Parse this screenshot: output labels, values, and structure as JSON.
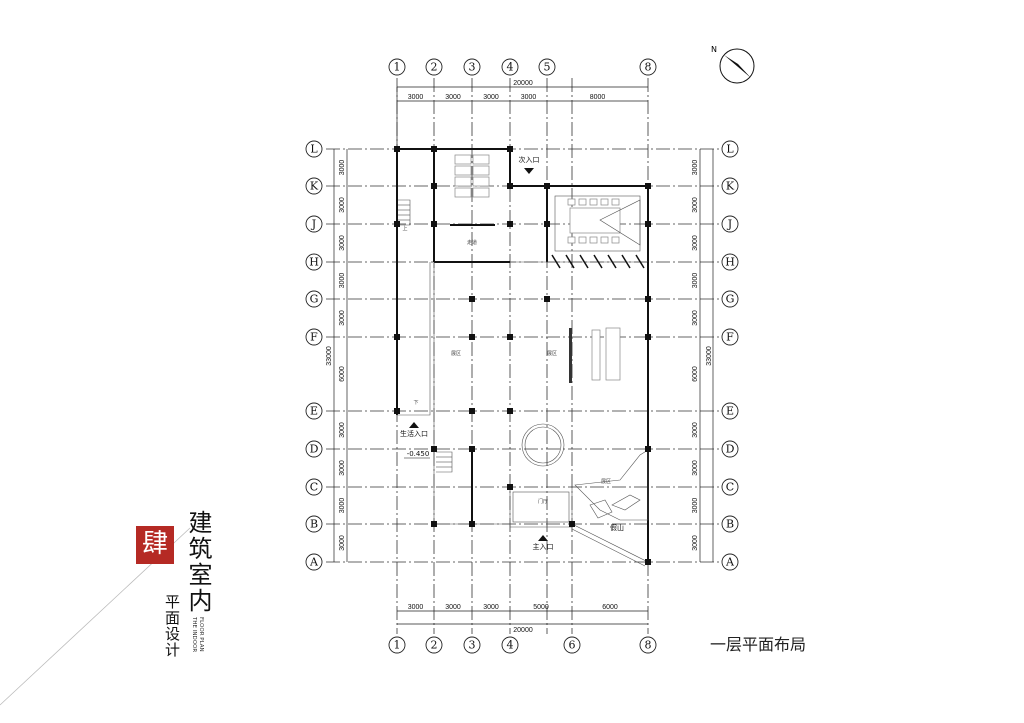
{
  "drawing_title": "一层平面布局",
  "north_label": "N",
  "brand": {
    "seal_char": "肆",
    "title": "建筑室内",
    "subtitle": "平面设计",
    "english_line1": "THE INDOOR",
    "english_line2": "FLOOR PLAN",
    "seal_color": "#b52a24"
  },
  "axes_top": [
    "1",
    "2",
    "3",
    "4",
    "5",
    "8"
  ],
  "axes_bottom": [
    "1",
    "2",
    "3",
    "4",
    "6",
    "8"
  ],
  "axes_rows": [
    "L",
    "K",
    "J",
    "H",
    "G",
    "F",
    "E",
    "D",
    "C",
    "B",
    "A"
  ],
  "dims_top": {
    "total": "20000",
    "segments": [
      "3000",
      "3000",
      "3000",
      "3000",
      "8000"
    ]
  },
  "dims_bottom": {
    "total": "20000",
    "segments": [
      "3000",
      "3000",
      "3000",
      "5000",
      "6000"
    ]
  },
  "dims_side": {
    "total": "33000",
    "segments": [
      "3000",
      "3000",
      "3000",
      "3000",
      "3000",
      "6000",
      "3000",
      "3000",
      "3000",
      "3000"
    ]
  },
  "rooms": {
    "secondary_entrance": "次入口",
    "main_entrance": "主入口",
    "service_entrance": "生活入口",
    "level": "-0.450",
    "lobby": "门厅",
    "rockery": "假山",
    "exhibit_1": "展区",
    "exhibit_2": "展区",
    "exhibit_3": "展区",
    "corridor": "走道",
    "stairs_up": "上",
    "stairs_down": "下"
  }
}
